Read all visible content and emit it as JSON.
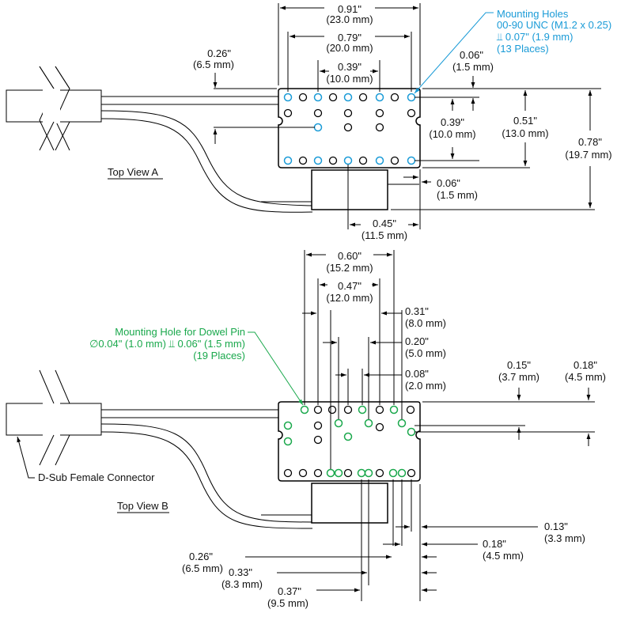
{
  "view_a": {
    "title": "Top View A",
    "callout_mounting_holes": {
      "line1": "Mounting Holes",
      "line2": "00-90 UNC (M1.2 x 0.25)",
      "line3": "⫫ 0.07\" (1.9 mm)",
      "line4": "(13 Places)"
    },
    "dims": {
      "w091": "0.91\"",
      "w091_mm": "(23.0 mm)",
      "w079": "0.79\"",
      "w079_mm": "(20.0 mm)",
      "w039": "0.39\"",
      "w039_mm": "(10.0 mm)",
      "l026": "0.26\"",
      "l026_mm": "(6.5 mm)",
      "r006": "0.06\"",
      "r006_mm": "(1.5 mm)",
      "v039": "0.39\"",
      "v039_mm": "(10.0 mm)",
      "v051": "0.51\"",
      "v051_mm": "(13.0 mm)",
      "v078": "0.78\"",
      "v078_mm": "(19.7 mm)",
      "b006": "0.06\"",
      "b006_mm": "(1.5 mm)",
      "b045": "0.45\"",
      "b045_mm": "(11.5 mm)"
    }
  },
  "view_b": {
    "title": "Top View B",
    "callout_dowel": {
      "line1": "Mounting Hole for Dowel Pin",
      "line2": "∅0.04\" (1.0 mm) ⫫ 0.06\" (1.5 mm)",
      "line3": "(19 Places)"
    },
    "connector_label": "D-Sub Female Connector",
    "dims": {
      "w060": "0.60\"",
      "w060_mm": "(15.2 mm)",
      "w047": "0.47\"",
      "w047_mm": "(12.0 mm)",
      "w031": "0.31\"",
      "w031_mm": "(8.0 mm)",
      "w020": "0.20\"",
      "w020_mm": "(5.0 mm)",
      "w008": "0.08\"",
      "w008_mm": "(2.0 mm)",
      "r015": "0.15\"",
      "r015_mm": "(3.7 mm)",
      "r018": "0.18\"",
      "r018_mm": "(4.5 mm)",
      "b013": "0.13\"",
      "b013_mm": "(3.3 mm)",
      "b018": "0.18\"",
      "b018_mm": "(4.5 mm)",
      "b026": "0.26\"",
      "b026_mm": "(6.5 mm)",
      "b033": "0.33\"",
      "b033_mm": "(8.3 mm)",
      "b037": "0.37\"",
      "b037_mm": "(9.5 mm)"
    }
  },
  "colors": {
    "mounting_hole": "#1a9bd7",
    "dowel_hole": "#1aa84c",
    "line": "#000000"
  }
}
